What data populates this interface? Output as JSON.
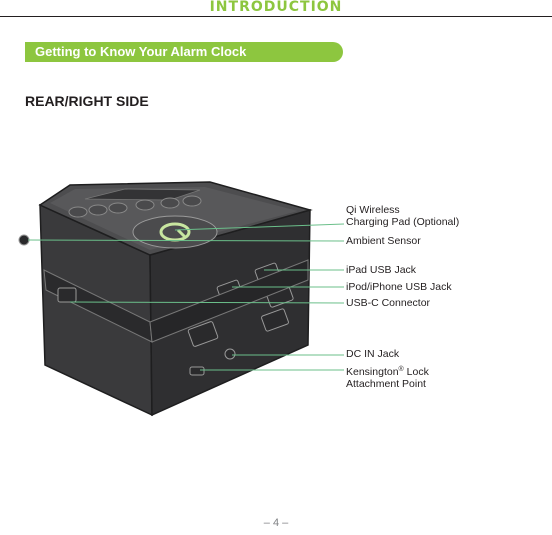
{
  "header": {
    "title": "INTRODUCTION"
  },
  "section": {
    "title": "Getting to Know Your Alarm Clock"
  },
  "subsection": {
    "title": "REAR/RIGHT SIDE"
  },
  "callouts": {
    "qi_line1": "Qi Wireless",
    "qi_line2": "Charging Pad (Optional)",
    "ambient": "Ambient Sensor",
    "ipad_usb": "iPad USB Jack",
    "ipod_usb": "iPod/iPhone USB Jack",
    "usbc": "USB-C Connector",
    "dc_in": "DC IN Jack",
    "kensington_a": "Kensington",
    "kensington_reg": "®",
    "kensington_b": " Lock",
    "kensington_line2": "Attachment Point"
  },
  "footer": {
    "page_number": "– 4 –"
  },
  "colors": {
    "accent_green": "#8dc63f",
    "device_dark": "#3a3a3c",
    "device_top": "#555557",
    "callout_line": "#6bbf8a"
  }
}
